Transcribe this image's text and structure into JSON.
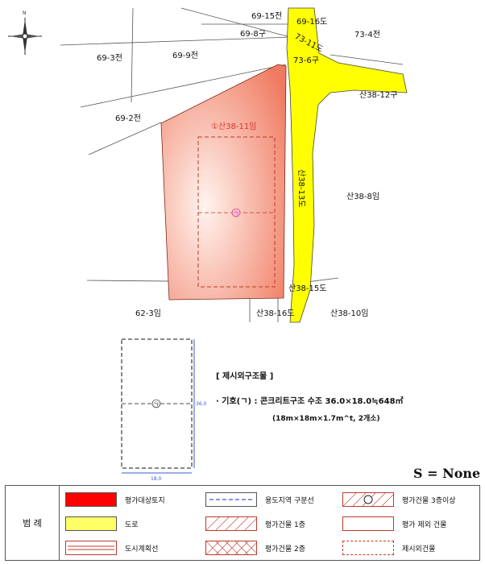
{
  "map": {
    "north_label": "N",
    "parcels": [
      "69-15전",
      "69-16도",
      "69-8구",
      "73-11도",
      "73-4전",
      "69-3전",
      "69-9전",
      "73-6구",
      "산38-12구",
      "69-2전",
      "산38-13도",
      "산38-8임",
      "산38-15도",
      "62-3임",
      "산38-16도",
      "산38-10임"
    ],
    "subject_label": "①산38-11임",
    "building_mark": "㉠",
    "bottom_dim": "18.0",
    "side_dim": "36.0"
  },
  "structure": {
    "title": "[ 제시외구조물 ]",
    "line1": "· 기호(ㄱ) : 콘크리트구조 수조 36.0×18.0≒648㎡",
    "line2": "(18m×18m×1.7m^t, 2개소)"
  },
  "scale_text": "S = None",
  "legend": {
    "title": "범 례",
    "items": [
      {
        "label": "평가대상토지",
        "swatch": "red-fill"
      },
      {
        "label": "용도지역 구분선",
        "swatch": "blue-dash"
      },
      {
        "label": "평가건물 3층이상",
        "swatch": "hatch-circle"
      },
      {
        "label": "도로",
        "swatch": "yellow-fill"
      },
      {
        "label": "평가건물 1층",
        "swatch": "hatch-single"
      },
      {
        "label": "평가 제외 건물",
        "swatch": "red-outline"
      },
      {
        "label": "도시계획선",
        "swatch": "red-double-line"
      },
      {
        "label": "평가건물 2층",
        "swatch": "hatch-cross"
      },
      {
        "label": "제시외건물",
        "swatch": "red-dashed"
      }
    ]
  },
  "colors": {
    "subject": "#f07a60",
    "road": "#ffff00",
    "blue": "#3b5bd6"
  }
}
